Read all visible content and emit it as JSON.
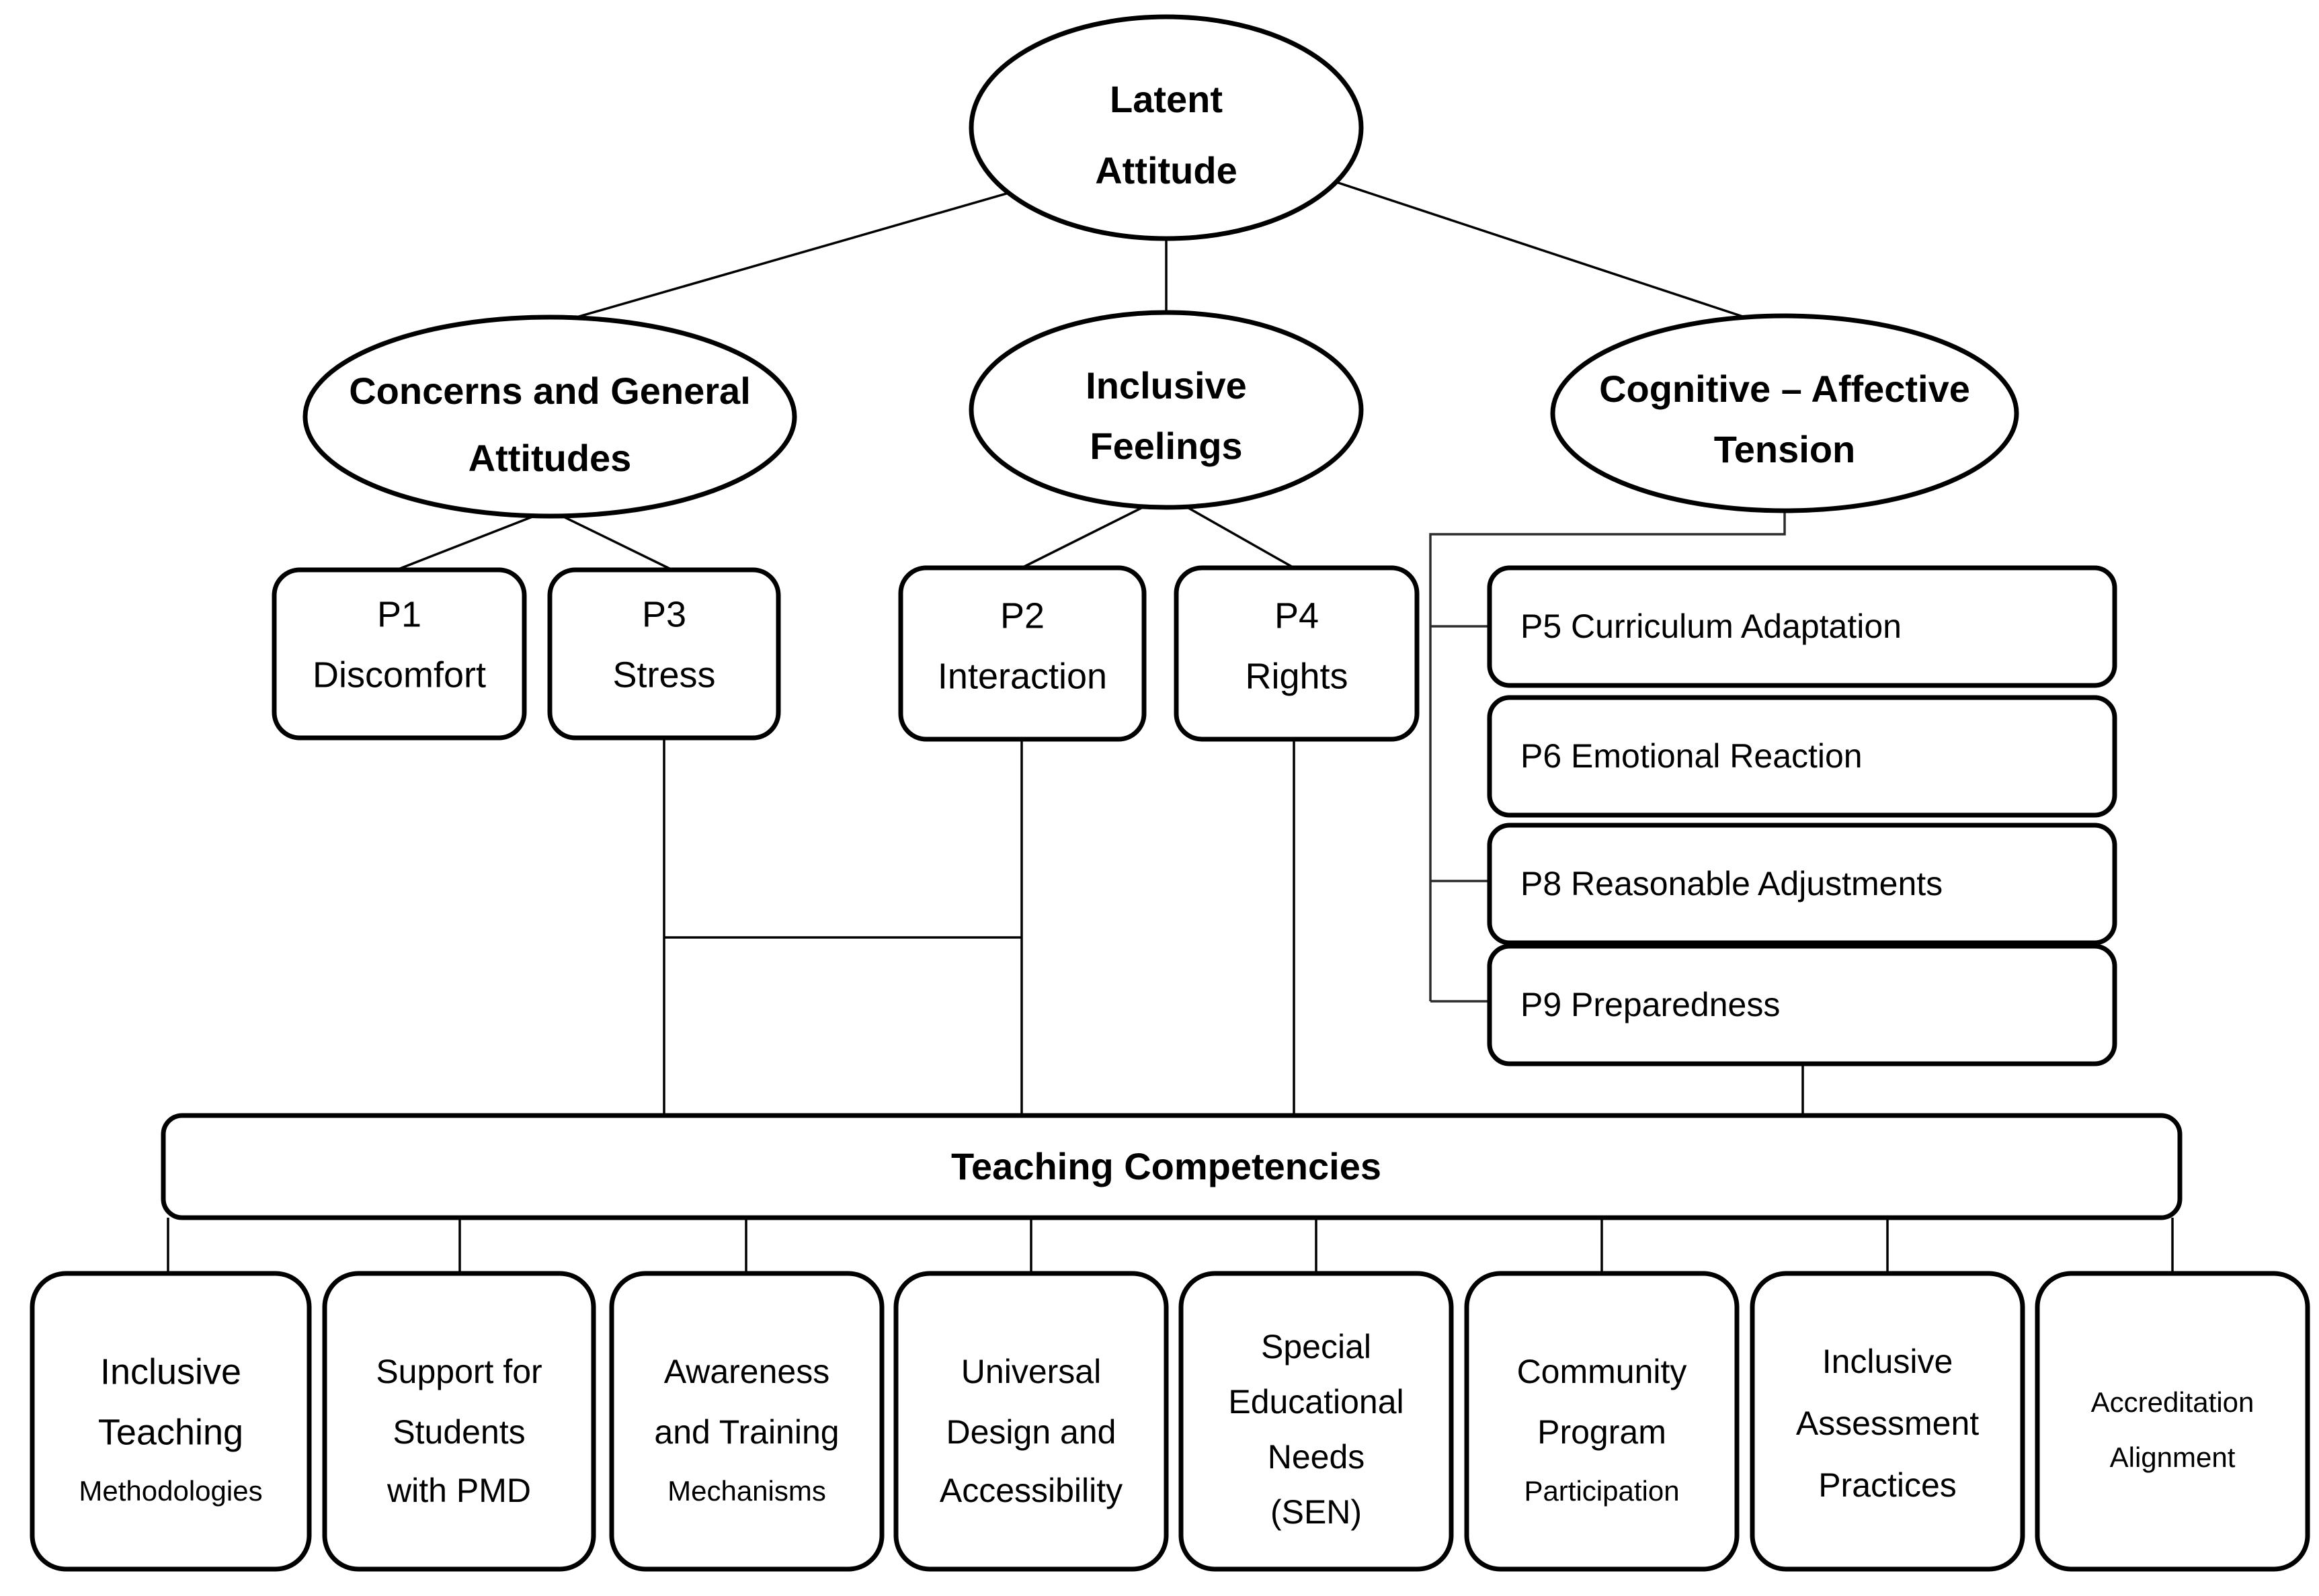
{
  "diagram": {
    "title_node": {
      "label_line1": "Latent",
      "label_line2": "Attitude"
    },
    "factors": [
      {
        "id": "concerns",
        "line1": "Concerns and General",
        "line2": "Attitudes"
      },
      {
        "id": "feelings",
        "line1": "Inclusive",
        "line2": "Feelings"
      },
      {
        "id": "tension",
        "line1": "Cognitive – Affective",
        "line2": "Tension"
      }
    ],
    "indicators": [
      {
        "id": "p1",
        "line1": "P1",
        "line2": "Discomfort"
      },
      {
        "id": "p3",
        "line1": "P3",
        "line2": "Stress"
      },
      {
        "id": "p2",
        "line1": "P2",
        "line2": "Interaction"
      },
      {
        "id": "p4",
        "line1": "P4",
        "line2": "Rights"
      }
    ],
    "tension_items": [
      {
        "id": "p5",
        "label": "P5 Curriculum Adaptation"
      },
      {
        "id": "p6",
        "label": "P6 Emotional Reaction"
      },
      {
        "id": "p8",
        "label": "P8 Reasonable Adjustments"
      },
      {
        "id": "p9",
        "label": "P9 Preparedness"
      }
    ],
    "competency_bar": {
      "label": "Teaching Competencies"
    },
    "competencies": [
      {
        "id": "c1",
        "line1": "Inclusive",
        "line2": "Teaching",
        "line3": "Methodologies",
        "small3": true
      },
      {
        "id": "c2",
        "line1": "Support for",
        "line2": "Students",
        "line3": "with PMD",
        "small3": false
      },
      {
        "id": "c3",
        "line1": "Awareness",
        "line2": "and Training",
        "line3": "Mechanisms",
        "small3": true
      },
      {
        "id": "c4",
        "line1": "Universal",
        "line2": "Design and",
        "line3": "Accessibility",
        "small3": false
      },
      {
        "id": "c5",
        "line1": "Special",
        "line2": "Educational",
        "line3": "Needs",
        "line4": "(SEN)",
        "small3": false
      },
      {
        "id": "c6",
        "line1": "Community",
        "line2": "Program",
        "line3": "Participation",
        "small3": true
      },
      {
        "id": "c7",
        "line1": "Inclusive",
        "line2": "Assessment",
        "line3": "Practices",
        "small3": false
      },
      {
        "id": "c8",
        "line1": "Accreditation",
        "line2": "Alignment",
        "line3": "",
        "small3": false
      }
    ],
    "colors": {
      "stroke": "#000000",
      "fill": "#ffffff",
      "connector": "#2b2b2b"
    }
  }
}
